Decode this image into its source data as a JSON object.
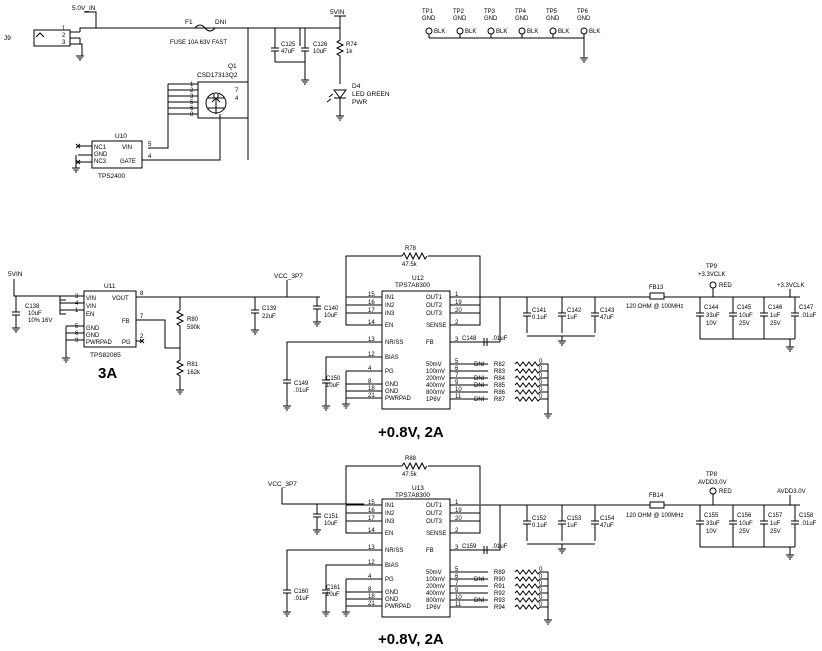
{
  "nets": {
    "v5_in": "5.0V_IN",
    "v5vin_a": "5VIN",
    "v5vin_b": "5VIN",
    "vcc_a": "VCC_3P7",
    "vcc_b": "VCC_3P7",
    "out_a": "+3.3VCLK",
    "out_b": "AVDD3.0V"
  },
  "top": {
    "j9": "J9",
    "j9_pins": [
      "1",
      "2",
      "3"
    ],
    "f1": {
      "ref": "F1",
      "dni": "DNI",
      "value": "FUSE 10A 63V FAST"
    },
    "c125": {
      "ref": "C125",
      "value": "47uF"
    },
    "c126": {
      "ref": "C126",
      "value": "10uF"
    },
    "r74": {
      "ref": "R74",
      "value": "1k"
    },
    "d4": {
      "ref": "D4",
      "value": "LED GREEN",
      "value2": "PWR"
    },
    "q1": {
      "ref": "Q1",
      "value": "CSD17313Q2",
      "pins_left": [
        "1",
        "2",
        "3",
        "5",
        "6",
        "8"
      ],
      "pins_right": [
        "7",
        "4"
      ]
    },
    "u10": {
      "ref": "U10",
      "part": "TPS2400",
      "pins": [
        "NC1",
        "GND",
        "NC3",
        "VIN",
        "GATE"
      ],
      "pin_vin": "5",
      "pin_gate": "4"
    }
  },
  "testpoints": [
    {
      "ref": "TP1",
      "net": "GND",
      "color": "BLK"
    },
    {
      "ref": "TP2",
      "net": "GND",
      "color": "BLK"
    },
    {
      "ref": "TP3",
      "net": "GND",
      "color": "BLK"
    },
    {
      "ref": "TP4",
      "net": "GND",
      "color": "BLK"
    },
    {
      "ref": "TP5",
      "net": "GND",
      "color": "BLK"
    },
    {
      "ref": "TP6",
      "net": "GND",
      "color": "BLK"
    }
  ],
  "buck": {
    "u11": {
      "ref": "U11",
      "part": "TPS82085",
      "pins_left": [
        "VIN",
        "VIN",
        "EN",
        "GND",
        "GND",
        "PWRPAD"
      ],
      "pins_right": [
        "VOUT",
        "FB",
        "PG"
      ],
      "nums_left": [
        "3",
        "4",
        "1",
        "5",
        "6",
        "9"
      ],
      "nums_right": [
        "8",
        "7",
        "2"
      ]
    },
    "c138": {
      "ref": "C138",
      "value": "10uF",
      "value2": "10% 16V"
    },
    "c139": {
      "ref": "C139",
      "value": "22uF"
    },
    "r80": {
      "ref": "R80",
      "value": "590k"
    },
    "r81": {
      "ref": "R81",
      "value": "162k"
    },
    "current": "3A"
  },
  "ldo_pins": {
    "left": [
      "IN1",
      "IN2",
      "IN3",
      "EN",
      "NR/SS",
      "BIAS",
      "PG",
      "GND",
      "GND",
      "PWRPAD"
    ],
    "left_nums": [
      "15",
      "16",
      "17",
      "14",
      "13",
      "12",
      "4",
      "8",
      "18",
      "21"
    ],
    "right": [
      "OUT1",
      "OUT2",
      "OUT3",
      "SENSE",
      "FB",
      "50mV",
      "100mV",
      "200mV",
      "400mV",
      "800mV",
      "1P6V"
    ],
    "right_nums": [
      "1",
      "19",
      "20",
      "2",
      "3",
      "5",
      "6",
      "7",
      "9",
      "10",
      "11"
    ]
  },
  "ldo1": {
    "u": {
      "ref": "U12",
      "part": "TPS7A8300"
    },
    "rfb": {
      "ref": "R78",
      "value": "47.5k"
    },
    "cin": {
      "ref": "C140",
      "value": "10uF"
    },
    "cnr": {
      "ref": "C149",
      "value": ".01uF"
    },
    "cbias": {
      "ref": "C150",
      "value": "10uF"
    },
    "cff": {
      "ref": "C148",
      "value": ".01uF"
    },
    "caps": [
      {
        "ref": "C141",
        "value": "0.1uF"
      },
      {
        "ref": "C142",
        "value": "1uF"
      },
      {
        "ref": "C143",
        "value": "47uF"
      }
    ],
    "fb": {
      "ref": "FB13",
      "value": "120 OHM @ 100MHz"
    },
    "tp": {
      "ref": "TP9",
      "color": "RED"
    },
    "ocaps": [
      {
        "ref": "C144",
        "value": "33uF",
        "value2": "10V"
      },
      {
        "ref": "C145",
        "value": "10uF",
        "value2": "25V"
      },
      {
        "ref": "C146",
        "value": "1uF",
        "value2": "25V"
      },
      {
        "ref": "C147",
        "value": ".01uF",
        "value2": ""
      }
    ],
    "rsel": [
      {
        "ref": "R82",
        "dni": "DNI",
        "value": "0"
      },
      {
        "ref": "R83",
        "dni": "",
        "value": "0"
      },
      {
        "ref": "R84",
        "dni": "DNI",
        "value": "0"
      },
      {
        "ref": "R85",
        "dni": "DNI",
        "value": "0"
      },
      {
        "ref": "R86",
        "dni": "",
        "value": "0"
      },
      {
        "ref": "R87",
        "dni": "DNI",
        "value": "0"
      }
    ],
    "label": "+0.8V, 2A"
  },
  "ldo2": {
    "u": {
      "ref": "U13",
      "part": "TPS7A8300"
    },
    "rfb": {
      "ref": "R88",
      "value": "47.5k"
    },
    "cin": {
      "ref": "C151",
      "value": "10uF"
    },
    "cnr": {
      "ref": "C160",
      "value": ".01uF"
    },
    "cbias": {
      "ref": "C161",
      "value": "10uF"
    },
    "cff": {
      "ref": "C159",
      "value": ".01uF"
    },
    "caps": [
      {
        "ref": "C152",
        "value": "0.1uF"
      },
      {
        "ref": "C153",
        "value": "1uF"
      },
      {
        "ref": "C154",
        "value": "47uF"
      }
    ],
    "fb": {
      "ref": "FB14",
      "value": "120 OHM @ 100MHz"
    },
    "tp": {
      "ref": "TP8",
      "color": "RED"
    },
    "ocaps": [
      {
        "ref": "C155",
        "value": "33uF",
        "value2": "10V"
      },
      {
        "ref": "C156",
        "value": "10uF",
        "value2": "25V"
      },
      {
        "ref": "C157",
        "value": "1uF",
        "value2": "25V"
      },
      {
        "ref": "C158",
        "value": ".01uF",
        "value2": ""
      }
    ],
    "rsel": [
      {
        "ref": "R89",
        "dni": "",
        "value": "0"
      },
      {
        "ref": "R90",
        "dni": "DNI",
        "value": "0"
      },
      {
        "ref": "R91",
        "dni": "",
        "value": "0"
      },
      {
        "ref": "R92",
        "dni": "",
        "value": "0"
      },
      {
        "ref": "R93",
        "dni": "DNI",
        "value": "0"
      },
      {
        "ref": "R94",
        "dni": "",
        "value": "0"
      }
    ],
    "label": "+0.8V, 2A"
  }
}
